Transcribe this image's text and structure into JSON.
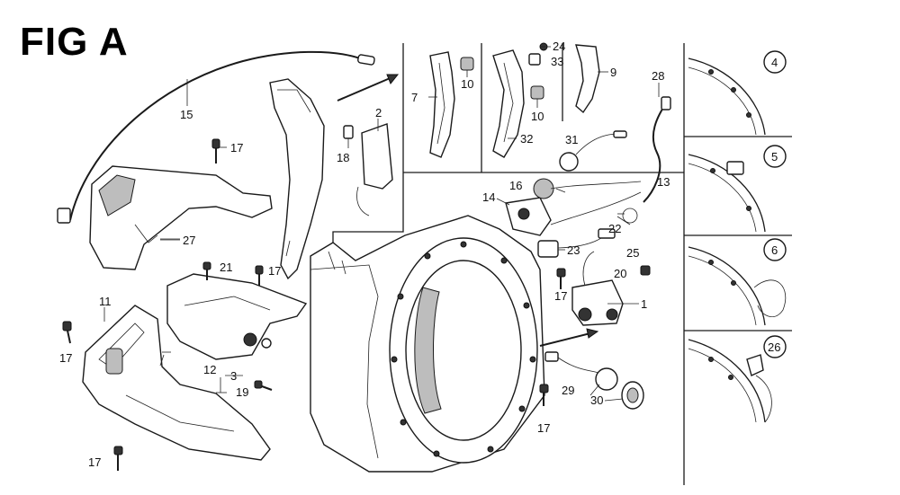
{
  "figure": {
    "title": "FIG A"
  },
  "callouts": {
    "c1": "1",
    "c2": "2",
    "c3": "3",
    "c4": "4",
    "c5": "5",
    "c6": "6",
    "c7": "7",
    "c9": "9",
    "c10a": "10",
    "c10b": "10",
    "c11": "11",
    "c12": "12",
    "c13": "13",
    "c14": "14",
    "c15": "15",
    "c16": "16",
    "c17a": "17",
    "c17b": "17",
    "c17c": "17",
    "c17d": "17",
    "c17e": "17",
    "c17f": "17",
    "c18": "18",
    "c19": "19",
    "c20": "20",
    "c21": "21",
    "c22": "22",
    "c23": "23",
    "c24": "24",
    "c25": "25",
    "c26": "26",
    "c27": "27",
    "c28": "28",
    "c29": "29",
    "c30": "30",
    "c31": "31",
    "c32": "32",
    "c33": "33"
  },
  "insets": [
    "4",
    "5",
    "6",
    "26"
  ]
}
